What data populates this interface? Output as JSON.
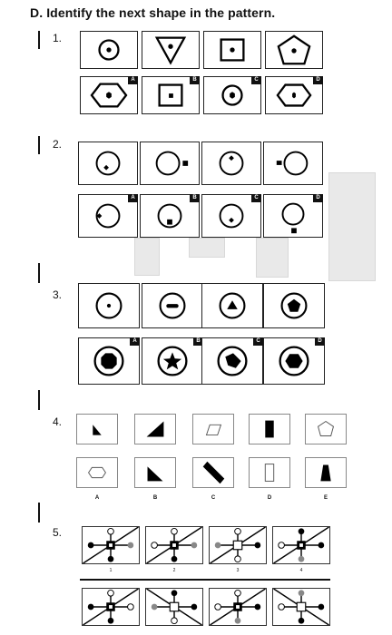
{
  "title": "D. Identify the next shape in the pattern.",
  "questions": [
    {
      "number": "1."
    },
    {
      "number": "2."
    },
    {
      "number": "3."
    },
    {
      "number": "4.",
      "labels": [
        "A",
        "B",
        "C",
        "D",
        "E"
      ]
    },
    {
      "number": "5.",
      "labels": [
        "1",
        "2",
        "3",
        "4"
      ]
    }
  ],
  "option_tags": [
    "A",
    "B",
    "C",
    "D"
  ]
}
